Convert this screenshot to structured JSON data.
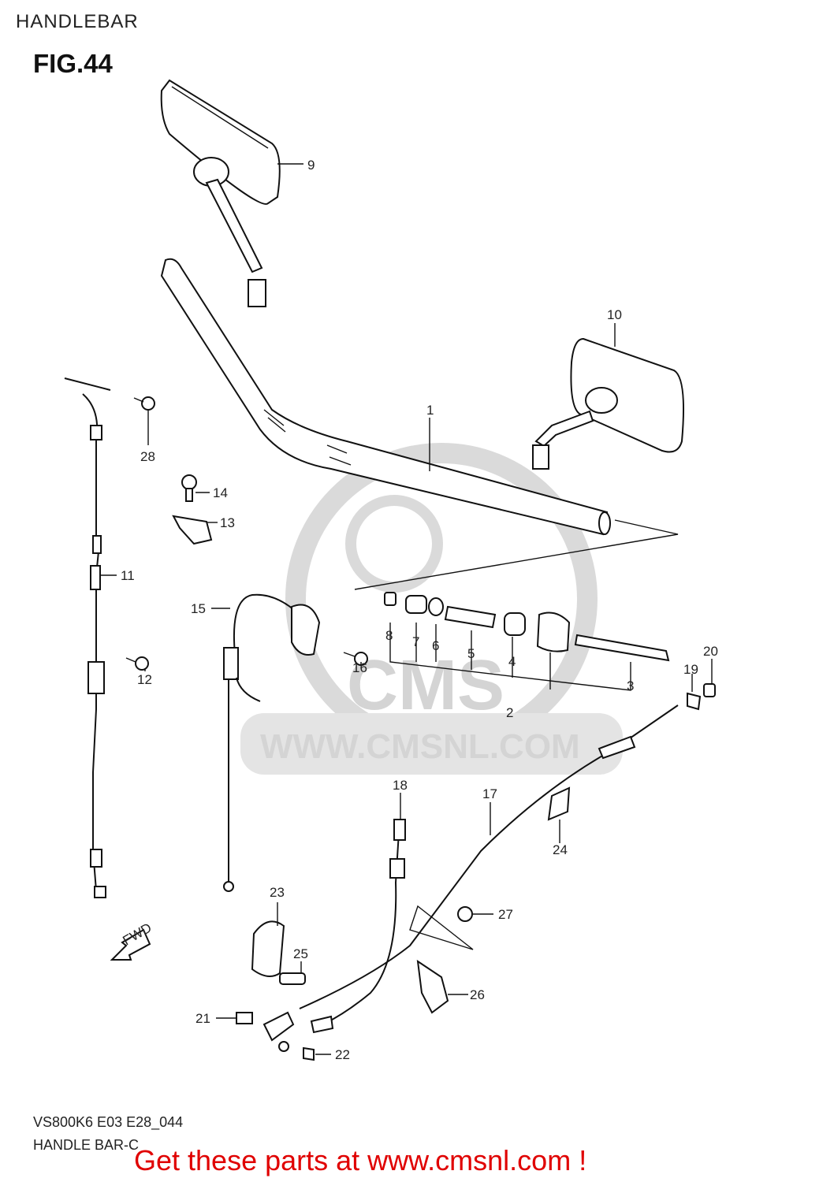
{
  "header": {
    "title": "HANDLEBAR",
    "figure": "FIG.44"
  },
  "watermark": {
    "brand": "CMS",
    "url": "WWW.CMSNL.COM"
  },
  "footer": {
    "model_code": "VS800K6 E03 E28_044",
    "assembly": "HANDLE BAR-C"
  },
  "promo": {
    "text": "Get these parts at www.cmsnl.com !",
    "color": "#e00000"
  },
  "fwd_marker": "FWD",
  "callouts": [
    "1",
    "2",
    "3",
    "4",
    "5",
    "6",
    "7",
    "8",
    "9",
    "10",
    "11",
    "12",
    "13",
    "14",
    "15",
    "16",
    "17",
    "18",
    "19",
    "20",
    "21",
    "22",
    "23",
    "24",
    "25",
    "26",
    "27",
    "28"
  ]
}
